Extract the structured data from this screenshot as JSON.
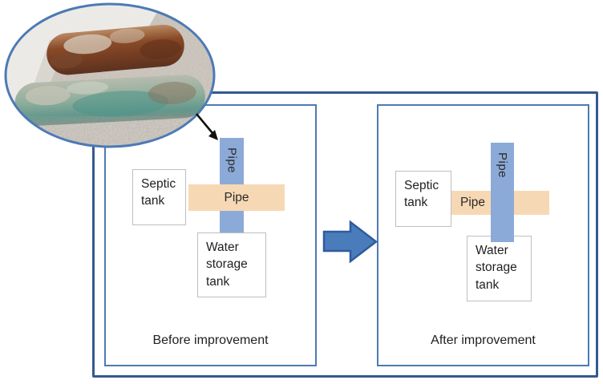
{
  "panels": {
    "before": {
      "title": "Before improvement",
      "septic_tank_label": "Septic tank",
      "horizontal_pipe_label": "Pipe",
      "vertical_pipe_label": "Pipe",
      "water_tank_label": "Water storage tank"
    },
    "after": {
      "title": "After improvement",
      "septic_tank_label": "Septic tank",
      "horizontal_pipe_label": "Pipe",
      "vertical_pipe_label": "Pipe",
      "water_tank_label": "Water storage tank"
    }
  },
  "icons": {
    "transition_arrow": "right-block-arrow",
    "callout_arrow": "black-diagonal-arrow",
    "inset_photo": "corroded-pipes-photo"
  },
  "colors": {
    "frame_border": "#35598e",
    "panel_border": "#4d7ab5",
    "pipe_blue": "#8caad8",
    "pipe_orange": "#f7d8b5",
    "arrow_fill": "#4a7cbb",
    "arrow_stroke": "#2f5b9d",
    "photo_ring": "#4d7ab5",
    "text": "#222222"
  }
}
